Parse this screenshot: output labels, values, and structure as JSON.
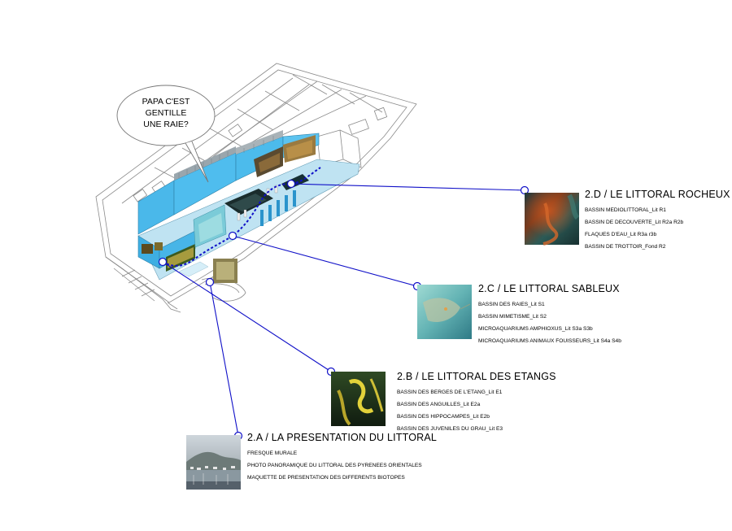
{
  "bubble": {
    "lines": [
      "PAPA C'EST",
      "GENTILLE",
      "UNE RAIE?"
    ]
  },
  "colors": {
    "connector": "#1010c8",
    "water": "#3fb6e6",
    "wall": "#9ec9dc",
    "outline": "#888888"
  },
  "sections": [
    {
      "key": "2d",
      "title": "2.D / LE LITTORAL ROCHEUX",
      "photo_icon": "rocky-shore-photo",
      "items": [
        "BASSIN MEDIOLITTORAL_Lit R1",
        "BASSIN DE DECOUVERTE_Lit R2a R2b",
        "FLAQUES D'EAU_Lit R3a r3b",
        "BASSIN DE TROTTOIR_Fond R2"
      ]
    },
    {
      "key": "2c",
      "title": "2.C / LE LITTORAL SABLEUX",
      "photo_icon": "ray-fish-photo",
      "items": [
        "BASSIN DES RAIES_Lit S1",
        "BASSIN MIMETISME_Lit S2",
        "MICROAQUARIUMS AMPHIOXUS_Lit S3a S3b",
        "MICROAQUARIUMS ANIMAUX FOUISSEURS_Lit S4a S4b"
      ]
    },
    {
      "key": "2b",
      "title": "2.B / LE LITTORAL DES ETANGS",
      "photo_icon": "seahorse-photo",
      "items": [
        "BASSIN DES BERGES DE L'ETANG_Lit E1",
        "BASSIN DES ANGUILLES_Lit E2a",
        "BASSIN DES HIPPOCAMPES_Lit E2b",
        "BASSIN DES JUVENILES DU GRAU_Lit E3"
      ]
    },
    {
      "key": "2a",
      "title": "2.A / LA PRESENTATION DU LITTORAL",
      "photo_icon": "harbor-photo",
      "items": [
        "FRESQUE MURALE",
        "PHOTO PANORAMIQUE DU LITTORAL DES PYRENEES ORIENTALES",
        "MAQUETTE DE PRESENTATION DES DIFFERENTS BIOTOPES"
      ]
    }
  ]
}
